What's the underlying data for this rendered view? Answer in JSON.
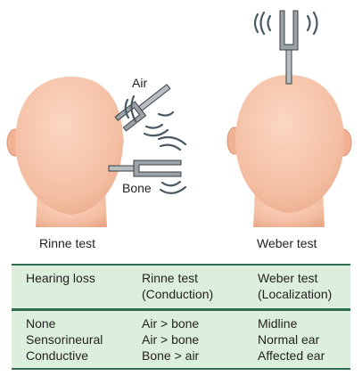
{
  "labels": {
    "air": "Air",
    "bone": "Bone",
    "rinne_caption": "Rinne test",
    "weber_caption": "Weber test"
  },
  "table": {
    "header": [
      {
        "line1": "Hearing loss",
        "line2": ""
      },
      {
        "line1": "Rinne test",
        "line2": "(Conduction)"
      },
      {
        "line1": "Weber test",
        "line2": "(Localization)"
      }
    ],
    "rows": [
      [
        "None",
        "Air > bone",
        "Midline"
      ],
      [
        "Sensorineural",
        "Air > bone",
        "Normal ear"
      ],
      [
        "Conductive",
        "Bone > air",
        "Affected ear"
      ]
    ]
  },
  "colors": {
    "skin": "#f6c3a8",
    "skin_shadow": "#e8a98a",
    "fork": "#9aa3a8",
    "fork_outline": "#3b3f42",
    "sound_waves": "#4a5a63",
    "table_band": "#dcefdc",
    "table_rule": "#2f6d52"
  }
}
